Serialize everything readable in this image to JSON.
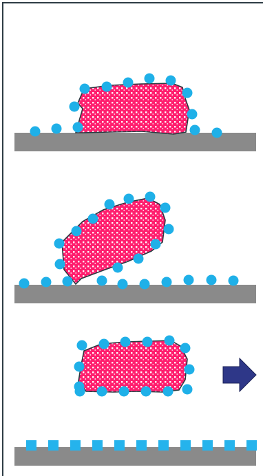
{
  "colors": {
    "frame": "#2e3c45",
    "surface": "#8a8a8a",
    "particle": "#1fb0e8",
    "body_fill": "#ff1e6e",
    "body_dot": "#ffffff",
    "outline": "#2b3a42",
    "arrow": "#2e3788",
    "square_particle": "#25b3ec"
  },
  "panels": [
    {
      "name": "stage-1-particle-resting-on-surface"
    },
    {
      "name": "stage-2-particle-tilting-off-surface"
    },
    {
      "name": "stage-3-particle-detached-coated"
    },
    {
      "name": "stage-4-surface-with-deposited-squares"
    }
  ],
  "icons": {
    "arrow": "right-arrow-icon"
  }
}
